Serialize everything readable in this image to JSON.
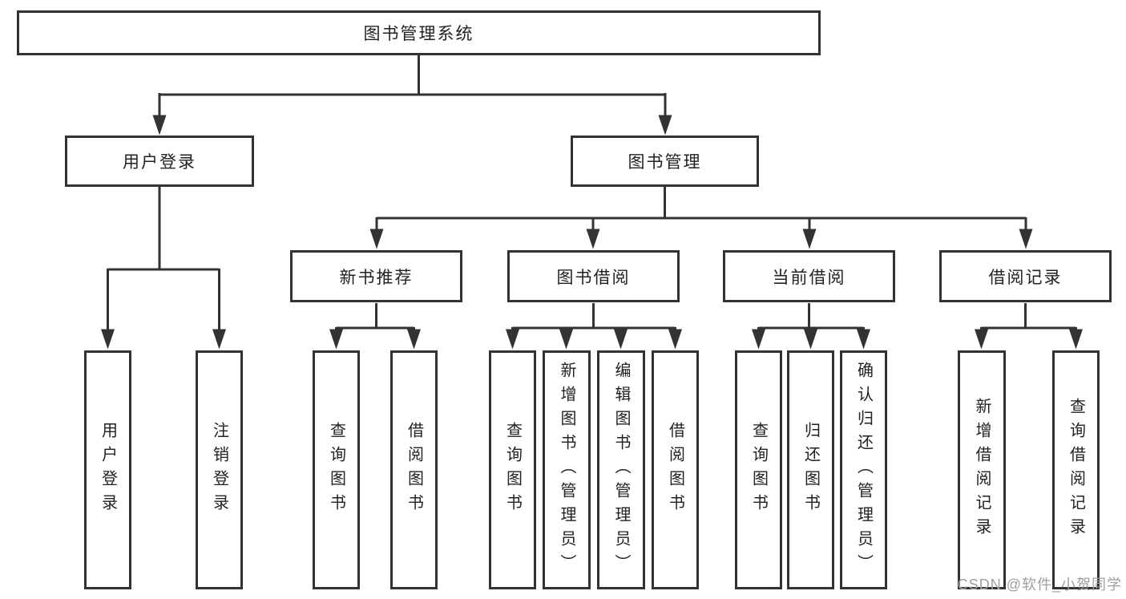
{
  "diagram": {
    "root_label": "图书管理系统",
    "level1": {
      "user_login": "用户登录",
      "book_management": "图书管理"
    },
    "level2": {
      "new_book_recommend": "新书推荐",
      "book_borrow": "图书借阅",
      "current_borrow": "当前借阅",
      "borrow_records": "借阅记录"
    },
    "leaves": {
      "user_login": "用户登录",
      "logout_login": "注销登录",
      "recommend_query_books": "查询图书",
      "recommend_borrow_books": "借阅图书",
      "borrow_query_books": "查询图书",
      "borrow_add_books": "新增图书（管理员）",
      "borrow_edit_books": "编辑图书（管理员）",
      "borrow_borrow_books": "借阅图书",
      "current_query_books": "查询图书",
      "current_return_books": "归还图书",
      "current_confirm_return": "确认归还（管理员）",
      "records_add_record": "新增借阅记录",
      "records_query_record": "查询借阅记录"
    },
    "line_color": "#333333",
    "text_color": "#222222",
    "background_color": "#ffffff"
  },
  "watermark": {
    "text": "CSDN @软件_小贺同学",
    "color": "#9e9ea4"
  }
}
